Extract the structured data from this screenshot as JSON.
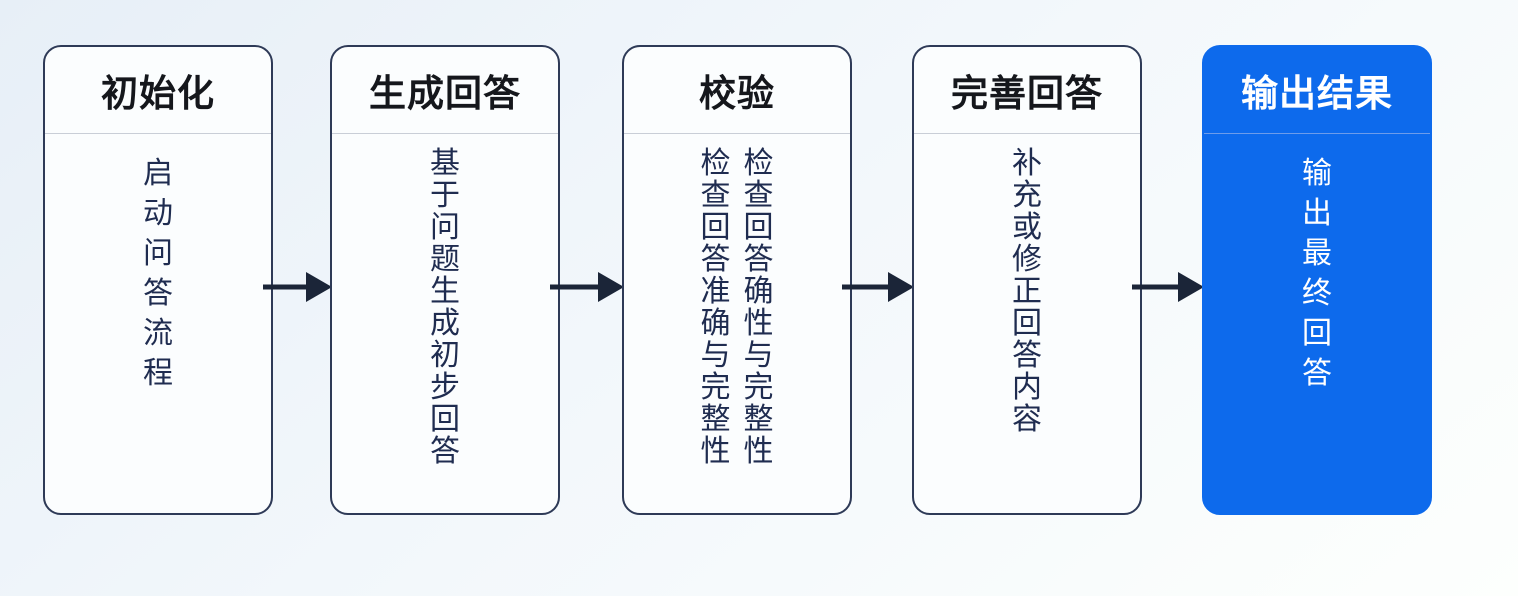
{
  "flowchart": {
    "description": "Q&A answer generation pipeline flowchart, five stages left to right",
    "steps": [
      {
        "title": "初始化",
        "body_columns": [
          "启动问答流程"
        ],
        "variant": "default"
      },
      {
        "title": "生成回答",
        "body_columns": [
          "基于问题生成初步回答"
        ],
        "variant": "default"
      },
      {
        "title": "校验",
        "body_columns": [
          "检查回答准确与完整性",
          "检查回答确性与完整性"
        ],
        "variant": "default"
      },
      {
        "title": "完善回答",
        "body_columns": [
          "补充或修正回答内容"
        ],
        "variant": "default"
      },
      {
        "title": "输出结果",
        "body_columns": [
          "输出最终回答"
        ],
        "variant": "primary"
      }
    ],
    "colors": {
      "accent_blue": "#0d6aec",
      "card_background": "#fbfdfe",
      "card_border": "#2e3a57",
      "arrow": "#1b2538",
      "title_text": "#15171c",
      "body_text": "#1f2c50",
      "primary_text": "#ffffff",
      "divider": "#c9ced7",
      "primary_divider": "#6d9cea",
      "background_top_left": "#e7eff7",
      "background_bottom_right": "#fdfffd"
    }
  }
}
